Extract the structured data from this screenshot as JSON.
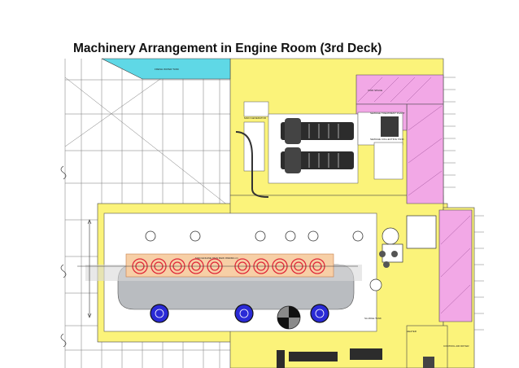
{
  "title": "Machinery Arrangement in Engine Room (3rd Deck)",
  "labels": {
    "fresh_water_tank": "FRESH WATER TANK",
    "main_generator": "MAIN GENERATOR",
    "sewage_treatment_plant": "SEWAGE TREATMENT PLANT",
    "sewage_collecting_tank": "SEWAGE COLLECTING TANK",
    "void_space": "VOID SPACE",
    "sludge_tank": "SLUDGE TANK",
    "main_engine": "MAIN ENGINE (MAN B&W 9S90MC-C)",
    "heater": "HEATER",
    "control_air_dryer": "CONTROL AIR DRYER"
  },
  "colors": {
    "yellow_zone": "#fbf37a",
    "cyan_tank": "#5fd8e6",
    "pink_zone": "#f2a8e6",
    "engine_band": "#f7cfa6",
    "grey_hull": "#b9bcc0",
    "machinery": "#2c2c2c",
    "cylinder_red": "#e02a3a",
    "turbo_blue": "#2a2ad6"
  }
}
